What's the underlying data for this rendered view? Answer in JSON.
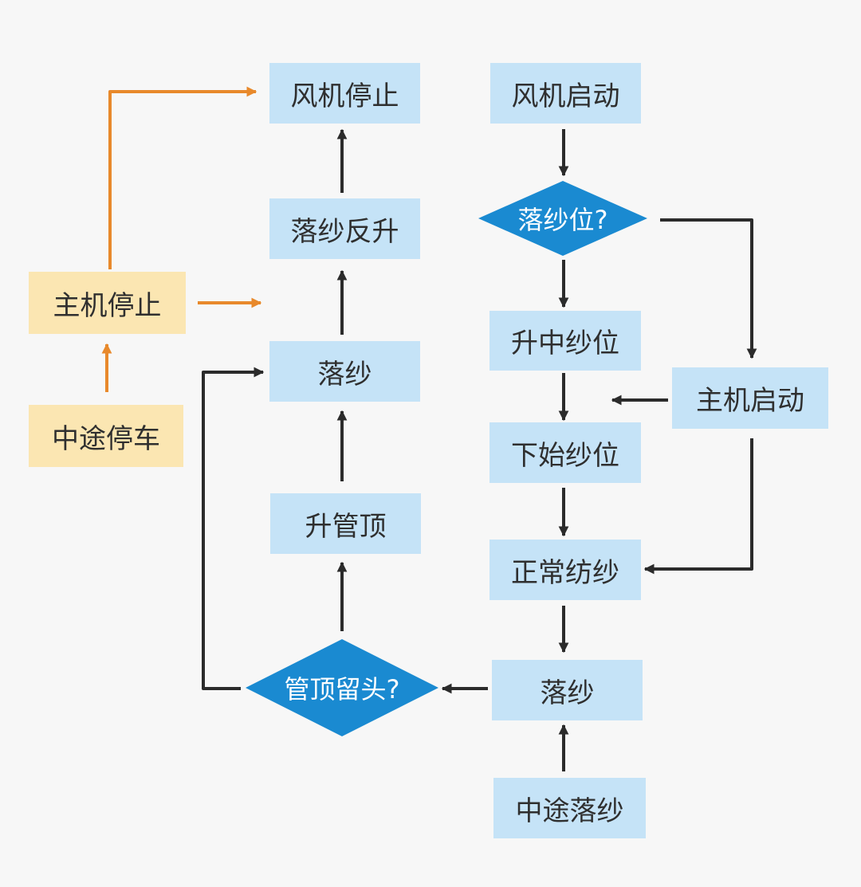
{
  "colors": {
    "process_fill": "#c5e3f7",
    "interrupt_fill": "#fbe6b2",
    "decision_fill": "#1a8ad1",
    "main_arrow": "#2b2b2b",
    "interrupt_arrow": "#e8892b",
    "background": "#f7f7f7"
  },
  "nodes": {
    "fan_stop": "风机停止",
    "doffing_reverse_rise": "落纱反升",
    "doffing_left": "落纱",
    "rise_tube_top": "升管顶",
    "fan_start": "风机启动",
    "doffing_position_q": "落纱位?",
    "rise_mid_yarn_position": "升中纱位",
    "lower_start_yarn_position": "下始纱位",
    "normal_spinning": "正常纺纱",
    "doffing_right": "落纱",
    "midway_doffing": "中途落纱",
    "tube_top_tail_q": "管顶留头?",
    "main_machine_start": "主机启动",
    "main_machine_stop": "主机停止",
    "midway_stop": "中途停车"
  }
}
